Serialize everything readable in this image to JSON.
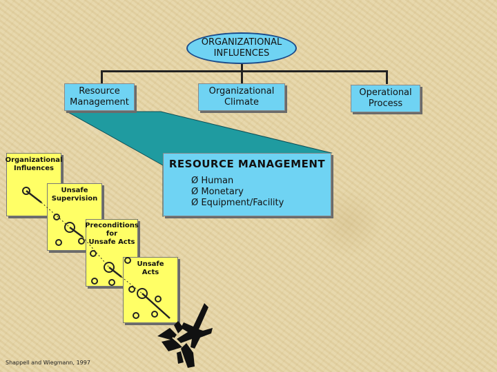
{
  "top": {
    "line1": "ORGANIZATIONAL",
    "line2": "INFLUENCES"
  },
  "children": {
    "resource_management": {
      "line1": "Resource",
      "line2": "Management"
    },
    "organizational_climate": {
      "line1": "Organizational",
      "line2": "Climate"
    },
    "operational_process": {
      "line1": "Operational",
      "line2": "Process"
    }
  },
  "callout": {
    "title": "RESOURCE MANAGEMENT",
    "items": [
      "Ø Human",
      "Ø Monetary",
      "Ø Equipment/Facility"
    ]
  },
  "layers": [
    {
      "line1": "Organizational",
      "line2": "Influences",
      "line3": ""
    },
    {
      "line1": "Unsafe",
      "line2": "Supervision",
      "line3": ""
    },
    {
      "line1": "Preconditions",
      "line2": "for",
      "line3": "Unsafe Acts"
    },
    {
      "line1": "Unsafe",
      "line2": "Acts",
      "line3": ""
    }
  ],
  "credit": "Shappell and Wiegmann, 1997",
  "colors": {
    "blue": "#6fd3f3",
    "teal": "#1f9ba0",
    "yellow": "#ffff66"
  },
  "icons": {
    "crash": "crashed-jet-icon"
  }
}
